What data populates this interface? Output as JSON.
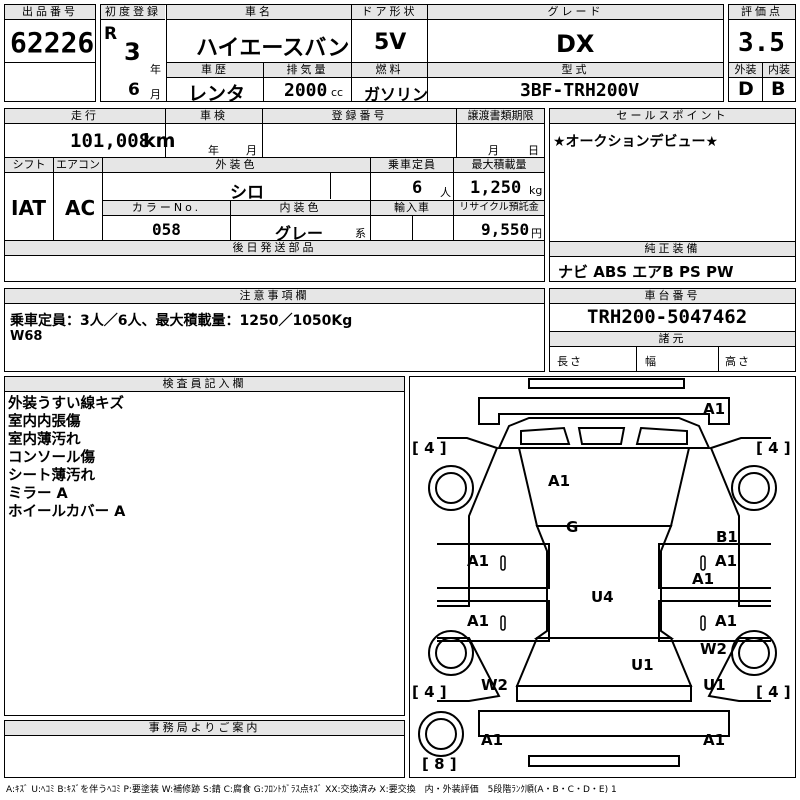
{
  "header": {
    "lot_label": "出品番号",
    "lot_number": "62226",
    "first_reg_label": "初度登録",
    "era": "R",
    "year": "3",
    "year_unit": "年",
    "month": "6",
    "month_unit": "月",
    "car_name_label": "車名",
    "car_name": "ハイエースバン",
    "door_label": "ドア形状",
    "door": "5V",
    "grade_label": "グレード",
    "grade": "DX",
    "score_label": "評価点",
    "score": "3.5",
    "history_label": "車歴",
    "history": "レンタ",
    "displacement_label": "排気量",
    "displacement": "2000",
    "displacement_unit": "cc",
    "fuel_label": "燃料",
    "fuel": "ガソリン",
    "model_label": "型式",
    "model": "3BF-TRH200V",
    "exterior_label": "外装",
    "exterior_grade": "D",
    "interior_label": "内装",
    "interior_grade": "B"
  },
  "specs": {
    "mileage_label": "走行",
    "mileage": "101,008",
    "mileage_unit": "km",
    "inspection_label": "車検",
    "insp_year_unit": "年",
    "insp_month_unit": "月",
    "reg_no_label": "登録番号",
    "transfer_label": "譲渡書類期限",
    "transfer_month_unit": "月",
    "transfer_day_unit": "日",
    "shift_label": "シフト",
    "shift": "IAT",
    "ac_label": "エアコン",
    "ac": "AC",
    "ext_color_label": "外装色",
    "ext_color": "シロ",
    "capacity_label": "乗車定員",
    "capacity": "6",
    "capacity_unit": "人",
    "max_load_label": "最大積載量",
    "max_load": "1,250",
    "max_load_unit": "kg",
    "color_no_label": "カラーNo.",
    "color_no": "058",
    "int_color_label": "内装色",
    "int_color": "グレー",
    "int_color_suffix": "系",
    "import_label": "輸入車",
    "recycle_label": "リサイクル預託金",
    "recycle": "9,550",
    "recycle_unit": "円",
    "later_parts_label": "後日発送部品"
  },
  "sales": {
    "label": "セールスポイント",
    "text": "★オークションデビュー★"
  },
  "equipment": {
    "label": "純正装備",
    "text": "ナビ ABS エアB PS PW"
  },
  "notes": {
    "label": "注意事項欄",
    "line1": "乗車定員：3人／6人、最大積載量：1250／1050Kg",
    "line2": "W68"
  },
  "chassis": {
    "label": "車台番号",
    "number": "TRH200-5047462",
    "dims_label": "諸元",
    "length_label": "長さ",
    "width_label": "幅",
    "height_label": "高さ"
  },
  "inspector": {
    "label": "検査員記入欄",
    "lines": [
      "外装うすい線キズ",
      "室内内張傷",
      "室内薄汚れ",
      "コンソール傷",
      "シート薄汚れ",
      "ミラー A",
      "ホイールカバー A"
    ]
  },
  "office": {
    "label": "事務局よりご案内"
  },
  "diagram": {
    "marks": {
      "front_bumper": "A1",
      "hood": "A1",
      "windshield": "G",
      "left_front_door": "A1",
      "left_rear_door": "A1",
      "right_fender": "B1",
      "right_front_door": "A1",
      "right_mid": "A1",
      "right_rear_door": "A1",
      "roof": "U4",
      "right_quarter_w": "W2",
      "rear_panel": "U1",
      "right_quarter_u": "U1",
      "left_quarter": "W2",
      "rear_left": "A1",
      "rear_right": "A1"
    },
    "tires": {
      "fl": "[ 4 ]",
      "fr": "[ 4 ]",
      "rl": "[ 4 ]",
      "rr": "[ 4 ]",
      "spare": "[ 8 ]"
    }
  },
  "legend": "A:ｷｽﾞ U:ﾍｺﾐ B:ｷｽﾞを伴うﾍｺﾐ P:要塗装 W:補修跡 S:錆 C:腐食 G:ﾌﾛﾝﾄｶﾞﾗｽ点ｷｽﾞ XX:交換済み X:要交換　内・外装評価　5段階ﾗﾝｸ順(A・B・C・D・E) 1"
}
